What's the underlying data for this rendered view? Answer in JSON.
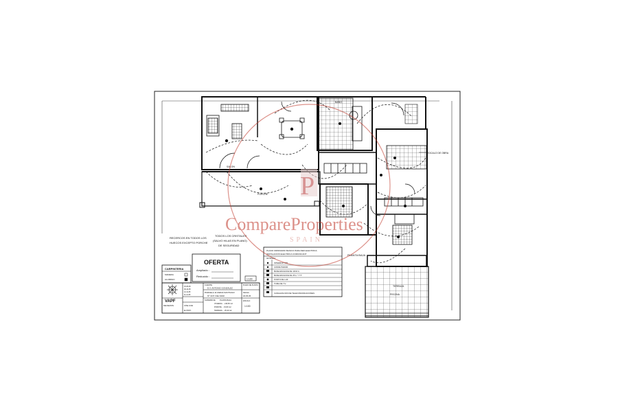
{
  "plan": {
    "title": "PLANTA BAJA",
    "right_label": "ZOCALO DE OBRA",
    "room_labels": [
      {
        "id": "living",
        "text": "SALON"
      },
      {
        "id": "porch",
        "text": "PORCHE"
      },
      {
        "id": "terrace",
        "text": "TERRAZA"
      },
      {
        "id": "pool",
        "text": "PISCINA"
      },
      {
        "id": "bath",
        "text": "BAÑO"
      }
    ],
    "notes": {
      "note1": [
        "RECERCOS EN TODOS LOS",
        "HUECOS EXCEPTO PORCHE"
      ],
      "note2": [
        "TODOS LOS CRISTALES",
        "(SALVO HILAS EN PLANO)",
        "DE SEGURIDAD"
      ]
    }
  },
  "legend": {
    "header": [
      "PLANO ORDINARIO BASICO PARA RED ELECTRICA",
      "INSTALACION ELECTRICA COMUNICANT"
    ],
    "title": "LEYENDA",
    "items": [
      "INTERRUPTOR",
      "CONMUTADOR",
      "BASE ENCHUFE DE 10/16 A",
      "BASE ENCHUFE DE 25 A. Y T.T.",
      "PUNTO DE LUZ",
      "TOMA DE T.V.",
      "",
      "CANALIZACION DE TELECOMUNICACIONES"
    ]
  },
  "titleblock": {
    "carpinteria_title": "CARPINTERIA",
    "carpinteria_rows": [
      "MADERA",
      "ALUMINIO"
    ],
    "oferta_title": "OFERTA",
    "oferta_rows": [
      "Ampliado :",
      "Reducido :"
    ],
    "scale_tag": "1:100",
    "firm": "VAPF",
    "cliente_label": "CLIENTE",
    "cliente_value": "D.V. ANTONIO GONZALEZ",
    "parcela": "PARCELA 11 REINA SANTIAGO",
    "parcela_sub": "Nº 19 P. DEL MAR",
    "superficie_label": "SUPERFICIE",
    "superficie_rows": [
      "PLANTA BAJA",
      "VIVIENDA  ...  218,65 m2",
      "PORCHE  ...  15,80 m2",
      "TERRAZA  ...  25,40 m2"
    ],
    "plano_label": "PLANO DE PLANTA",
    "fecha_label": "FECHA",
    "fecha_value": "18-05-05",
    "escala_label": "ESCALA",
    "escala_value": "1:100",
    "revisions": [
      "15-05-05",
      "06-10-05",
      "12-11-05",
      "11-12-05"
    ],
    "left_small": [
      "DELINEANTE",
      "JOSE JUAN",
      "EL PROY."
    ]
  },
  "watermark": {
    "brand": "CompareProperties",
    "sub": "SPAIN",
    "color": "#c0392b"
  }
}
